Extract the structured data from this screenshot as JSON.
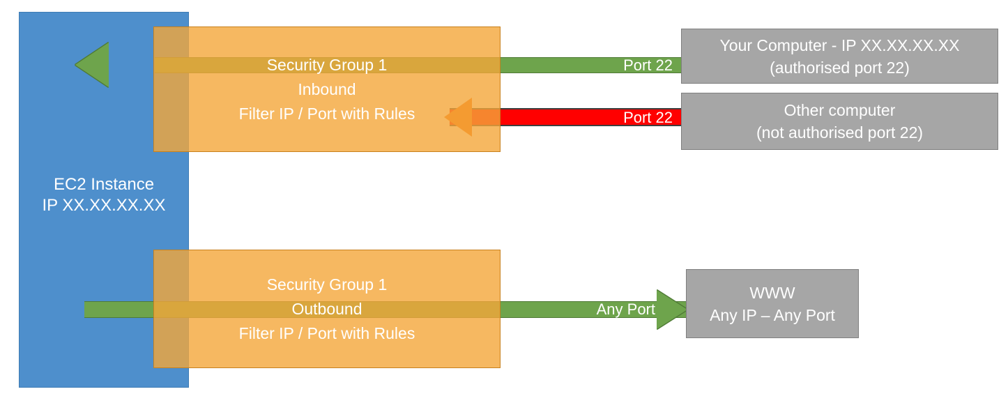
{
  "diagram": {
    "title": "AWS EC2 Security Group inbound and outbound traffic filtering",
    "colors": {
      "ec2_blue": "#4E8FCC",
      "security_group_orange": "#F4A63A",
      "allowed_green": "#6EA44C",
      "blocked_red": "#FF0000",
      "blocked_arrowhead_orange": "#F2700F",
      "endpoint_gray": "#A6A6A6",
      "text_white": "#FFFFFF"
    }
  },
  "ec2": {
    "line1": "EC2 Instance",
    "line2": "IP XX.XX.XX.XX"
  },
  "security_groups": [
    {
      "id": "inbound",
      "line1": "Security Group 1",
      "line2": "Inbound",
      "line3": "Filter IP / Port with Rules"
    },
    {
      "id": "outbound",
      "line1": "Security Group 1",
      "line2": "Outbound",
      "line3": "Filter IP / Port with Rules"
    }
  ],
  "flows": [
    {
      "id": "inbound-allowed",
      "label": "Port 22",
      "direction": "inbound",
      "status": "allowed",
      "color": "#6EA44C"
    },
    {
      "id": "inbound-blocked",
      "label": "Port 22",
      "direction": "inbound",
      "status": "blocked",
      "color": "#FF0000"
    },
    {
      "id": "outbound-allowed",
      "label": "Any Port",
      "direction": "outbound",
      "status": "allowed",
      "color": "#6EA44C"
    }
  ],
  "endpoints": [
    {
      "id": "your-computer",
      "line1": "Your Computer - IP XX.XX.XX.XX",
      "line2": "(authorised port 22)"
    },
    {
      "id": "other-computer",
      "line1": "Other computer",
      "line2": "(not authorised port 22)"
    },
    {
      "id": "www",
      "line1": "WWW",
      "line2": "Any IP – Any Port"
    }
  ]
}
